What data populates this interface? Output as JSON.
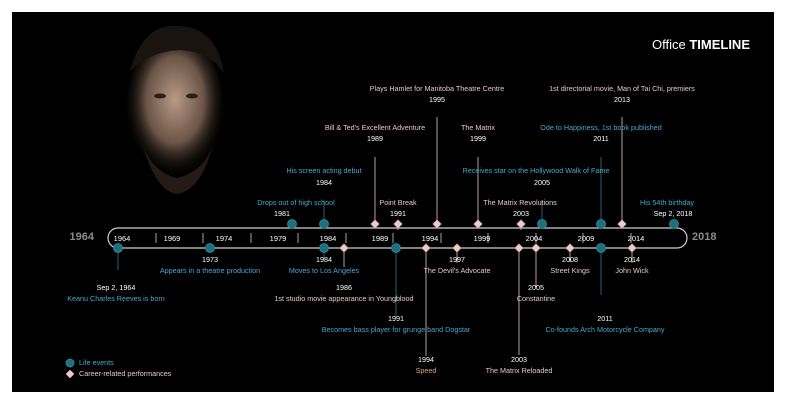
{
  "brand": {
    "prefix": "Office",
    "name": "TIMELINE"
  },
  "axis": {
    "start": "1964",
    "end": "2018",
    "ticks": [
      "1964",
      "1969",
      "1974",
      "1979",
      "1984",
      "1989",
      "1994",
      "1999",
      "2004",
      "2009",
      "2014"
    ]
  },
  "events": {
    "born": {
      "date": "Sep 2, 1964",
      "text": "Keanu Charles Reeves is born"
    },
    "theatre": {
      "year": "1973",
      "text": "Appears in a theatre production"
    },
    "drops_out": {
      "year": "1981",
      "text": "Drops out of high school"
    },
    "screen_debut": {
      "year": "1984",
      "text": "His screen acting debut"
    },
    "la": {
      "year": "1984",
      "text": "Moves to Los Angeles"
    },
    "youngblood": {
      "year": "1986",
      "text": "1st studio movie appearance in Youngblood"
    },
    "bill_ted": {
      "year": "1989",
      "text": "Bill & Ted's Excellent Adventure"
    },
    "point_break": {
      "year": "1991",
      "text": "Point Break"
    },
    "dogstar": {
      "year": "1991",
      "text": "Becomes bass player for grunge band Dogstar"
    },
    "speed": {
      "year": "1994",
      "text": "Speed"
    },
    "hamlet": {
      "year": "1995",
      "text": "Plays Hamlet for Manitoba Theatre Centre"
    },
    "devils_advocate": {
      "year": "1997",
      "text": "The Devil's Advocate"
    },
    "matrix": {
      "year": "1999",
      "text": "The Matrix"
    },
    "matrix_reloaded": {
      "year": "2003",
      "text": "The Matrix Reloaded"
    },
    "matrix_revolutions": {
      "year": "2003",
      "text": "The Matrix Revolutions"
    },
    "walk_of_fame": {
      "year": "2005",
      "text": "Receives star on the Hollywood Walk of Fame"
    },
    "constantine": {
      "year": "2005",
      "text": "Constantine"
    },
    "street_kings": {
      "year": "2008",
      "text": "Street Kings"
    },
    "ode": {
      "year": "2011",
      "text": "Ode to Happiness, 1st book published"
    },
    "arch": {
      "year": "2011",
      "text": "Co-founds Arch Motorcycle Company"
    },
    "tai_chi": {
      "year": "2013",
      "text": "1st directorial movie, Man of Tai Chi, premiers"
    },
    "john_wick": {
      "year": "2014",
      "text": "John Wick"
    },
    "birthday": {
      "date": "Sep 2, 2018",
      "text": "His 54th birthday"
    }
  },
  "legend": {
    "life": "Life events",
    "career": "Career-related performances"
  },
  "colors": {
    "background": "#000000",
    "life_marker": "#1f6f7f",
    "career_marker": "#f2c9c9",
    "life_text": "#4aa6d0",
    "career_text": "#e6c6c6",
    "axis_line": "#cfcfcf"
  }
}
